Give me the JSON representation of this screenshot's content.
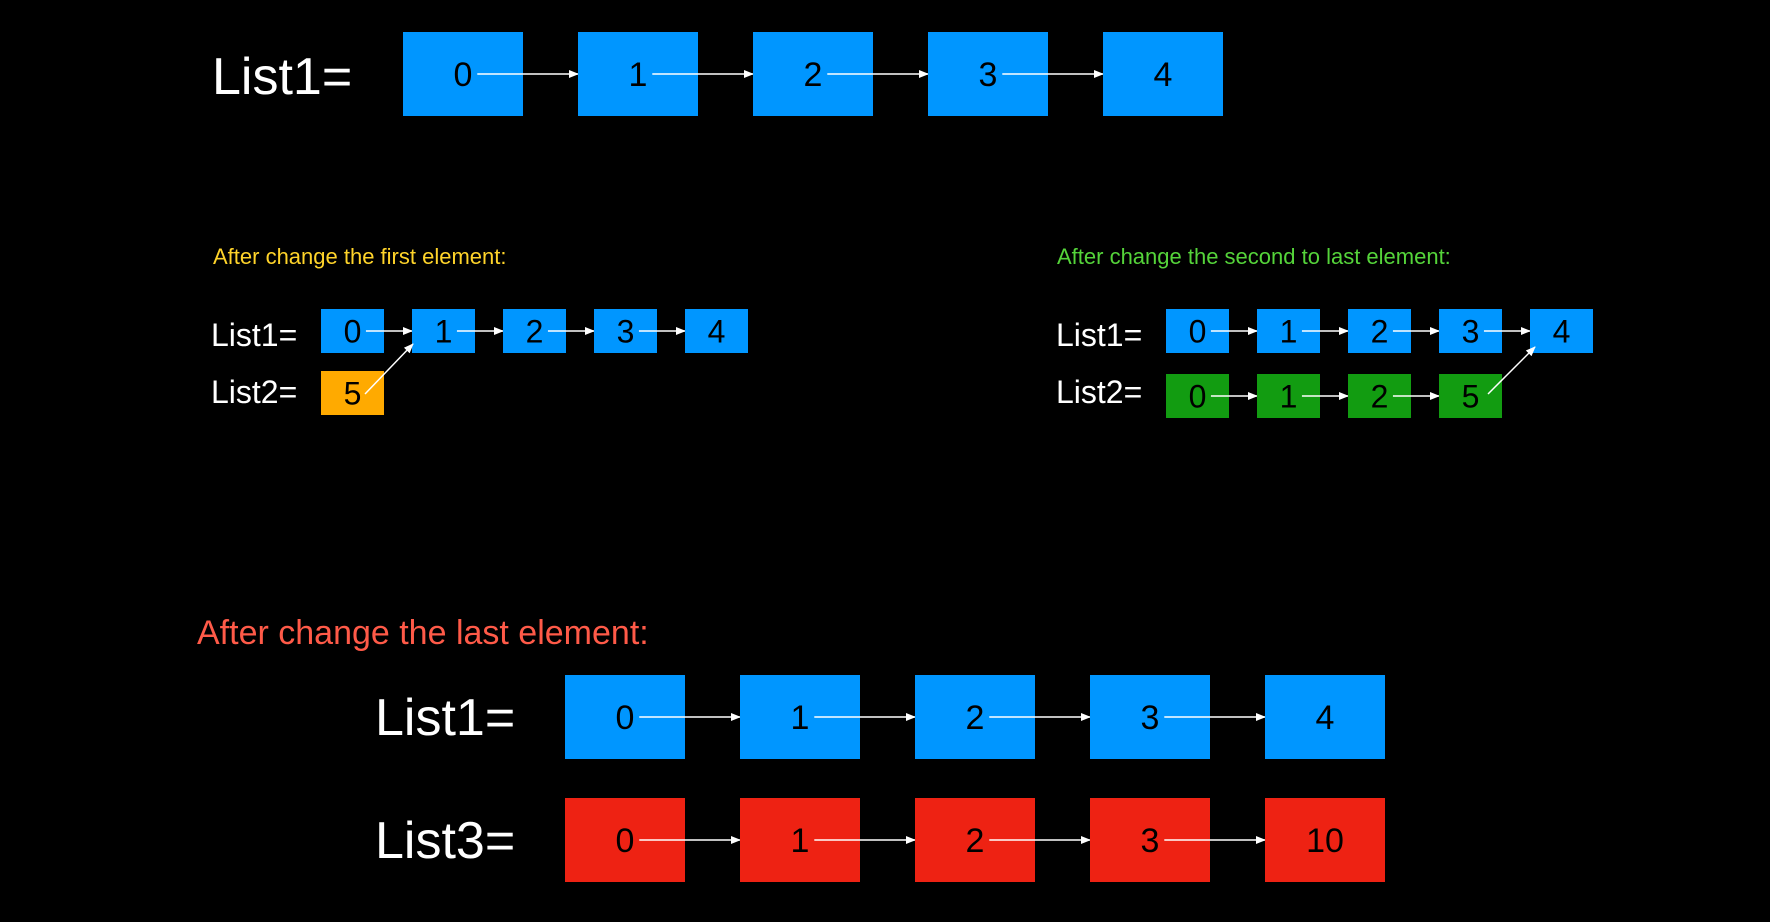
{
  "colors": {
    "background": "#000000",
    "blue_node": "#0096FF",
    "orange_node": "#FFAA00",
    "green_node": "#129C11",
    "red_node": "#EE2213",
    "yellow_heading": "#FFD42A",
    "green_heading": "#55D43A",
    "red_heading": "#FF5A48",
    "label": "#FFFFFF",
    "node_text": "#000000",
    "arrow": "#FFFFFF"
  },
  "top": {
    "list1_label": "List1=",
    "list1_nodes": [
      "0",
      "1",
      "2",
      "3",
      "4"
    ]
  },
  "first_element": {
    "heading": "After change the first element:",
    "list1_label": "List1=",
    "list1_nodes": [
      "0",
      "1",
      "2",
      "3",
      "4"
    ],
    "list2_label": "List2=",
    "list2_nodes": [
      "5"
    ]
  },
  "second_to_last": {
    "heading": "After change the second to last element:",
    "list1_label": "List1=",
    "list1_nodes": [
      "0",
      "1",
      "2",
      "3",
      "4"
    ],
    "list2_label": "List2=",
    "list2_nodes": [
      "0",
      "1",
      "2",
      "5"
    ]
  },
  "last_element": {
    "heading": "After change the last element:",
    "list1_label": "List1=",
    "list1_nodes": [
      "0",
      "1",
      "2",
      "3",
      "4"
    ],
    "list3_label": "List3=",
    "list3_nodes": [
      "0",
      "1",
      "2",
      "3",
      "10"
    ]
  }
}
